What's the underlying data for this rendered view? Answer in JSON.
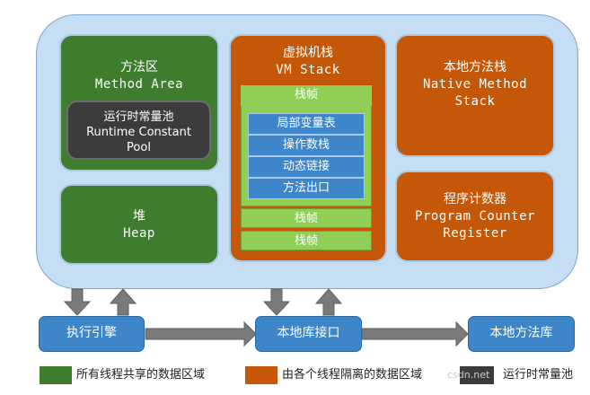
{
  "method_area": {
    "title_cn": "方法区",
    "title_en": "Method Area"
  },
  "runtime_constant_pool": {
    "title_cn": "运行时常量池",
    "title_en_1": "Runtime Constant",
    "title_en_2": "Pool"
  },
  "heap": {
    "title_cn": "堆",
    "title_en": "Heap"
  },
  "vm_stack": {
    "title_cn": "虚拟机栈",
    "title_en": "VM Stack",
    "frame_label": "栈帧",
    "frame_items": [
      "局部变量表",
      "操作数栈",
      "动态链接",
      "方法出口"
    ]
  },
  "native_method_stack": {
    "title_cn": "本地方法栈",
    "title_en_1": "Native Method",
    "title_en_2": "Stack"
  },
  "program_counter": {
    "title_cn": "程序计数器",
    "title_en_1": "Program Counter",
    "title_en_2": "Register"
  },
  "execution_engine": {
    "label": "执行引擎"
  },
  "native_interface": {
    "label": "本地库接口"
  },
  "native_library": {
    "label": "本地方法库"
  },
  "legend": [
    {
      "label": "所有线程共享的数据区域",
      "color": "#3d7d2d"
    },
    {
      "label": "由各个线程隔离的数据区域",
      "color": "#c55708"
    },
    {
      "label": "运行时常量池",
      "color": "#3c3c3c"
    }
  ],
  "watermark": "csdn.net"
}
